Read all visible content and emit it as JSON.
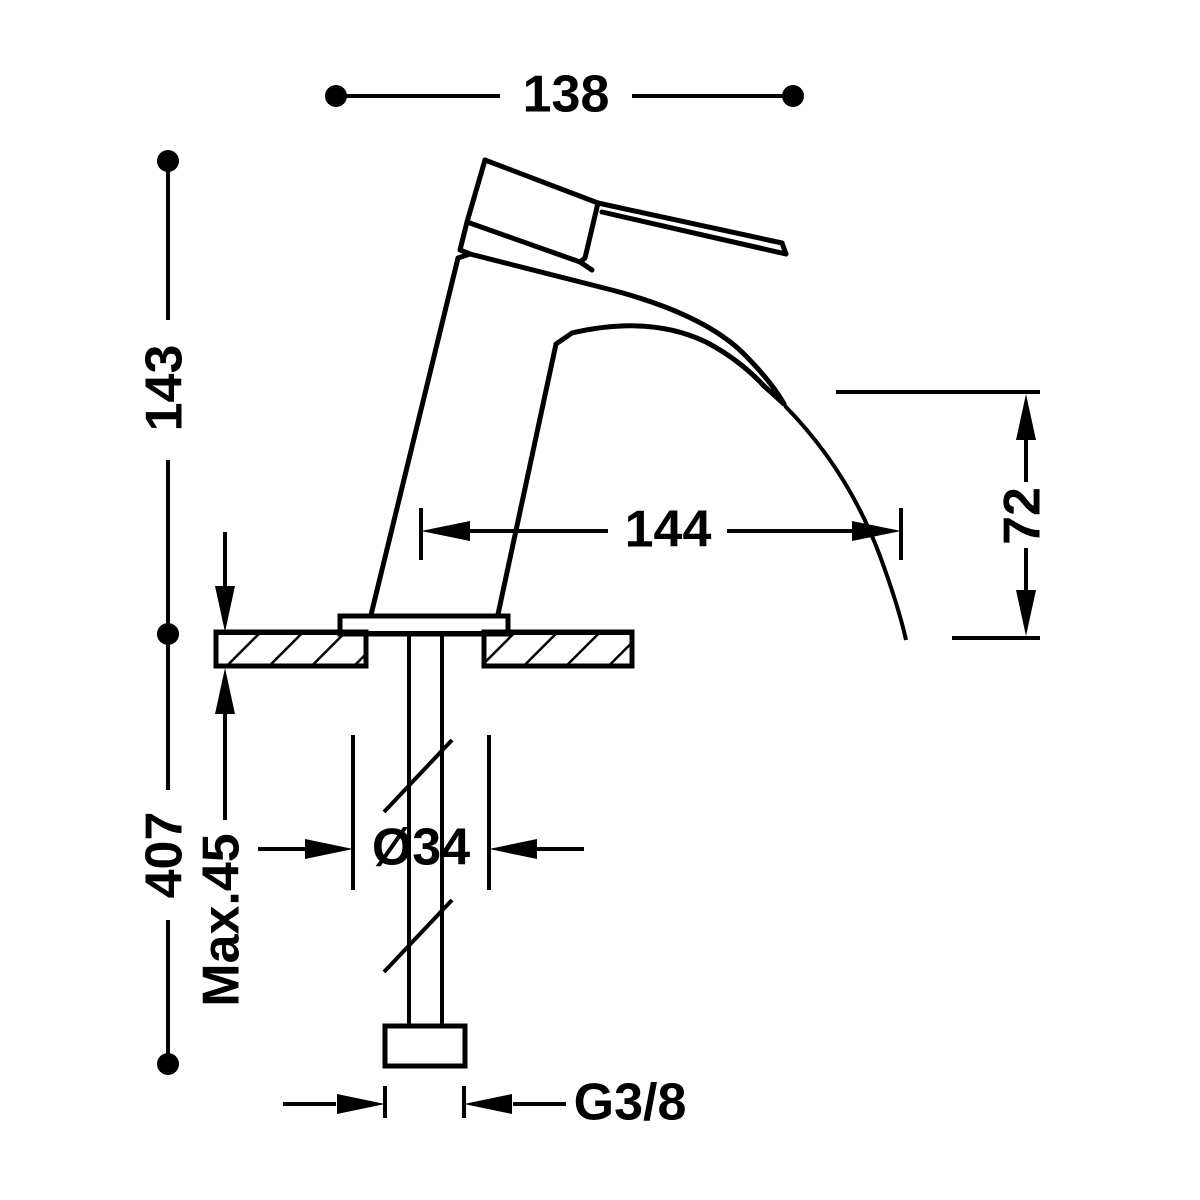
{
  "drawing": {
    "title": "Single-lever basin mixer tap dimensional drawing",
    "units": "mm",
    "line_color": "#000000",
    "background_color": "#ffffff"
  },
  "dimensions": {
    "width_overall": {
      "label": "138",
      "orientation": "horizontal",
      "terminator": "dot",
      "position": "top"
    },
    "height_above_counter": {
      "label": "143",
      "orientation": "vertical-rotated",
      "terminator": "dot",
      "position": "left"
    },
    "total_length": {
      "label": "407",
      "orientation": "vertical-rotated",
      "terminator": "dot",
      "position": "left-outer"
    },
    "max_counter_thickness": {
      "label": "Max.45",
      "orientation": "vertical-rotated",
      "terminator": "arrow",
      "position": "left-inner"
    },
    "spout_reach": {
      "label": "144",
      "orientation": "horizontal",
      "terminator": "arrow-outward",
      "position": "center"
    },
    "spout_height": {
      "label": "72",
      "orientation": "vertical-rotated",
      "terminator": "arrow-inward",
      "position": "right"
    },
    "hole_diameter": {
      "label": "Ø34",
      "orientation": "horizontal",
      "terminator": "arrow-inward",
      "position": "center-lower"
    },
    "thread_size": {
      "label": "G3/8",
      "orientation": "horizontal",
      "terminator": "arrow-inward",
      "position": "bottom"
    }
  },
  "components": [
    {
      "name": "lever-handle",
      "description": "Angled flat lever handle"
    },
    {
      "name": "faucet-body",
      "description": "Tapered vertical column body"
    },
    {
      "name": "spout",
      "description": "Curved downward-angled spout"
    },
    {
      "name": "water-stream",
      "description": "Arc indicating water flow"
    },
    {
      "name": "base-plate",
      "description": "Flat escutcheon base plate"
    },
    {
      "name": "countertop-section",
      "description": "Hatched countertop cross-section"
    },
    {
      "name": "threaded-shank",
      "description": "Vertical threaded mounting shank"
    },
    {
      "name": "supply-connector",
      "description": "G3/8 supply connector block"
    }
  ]
}
